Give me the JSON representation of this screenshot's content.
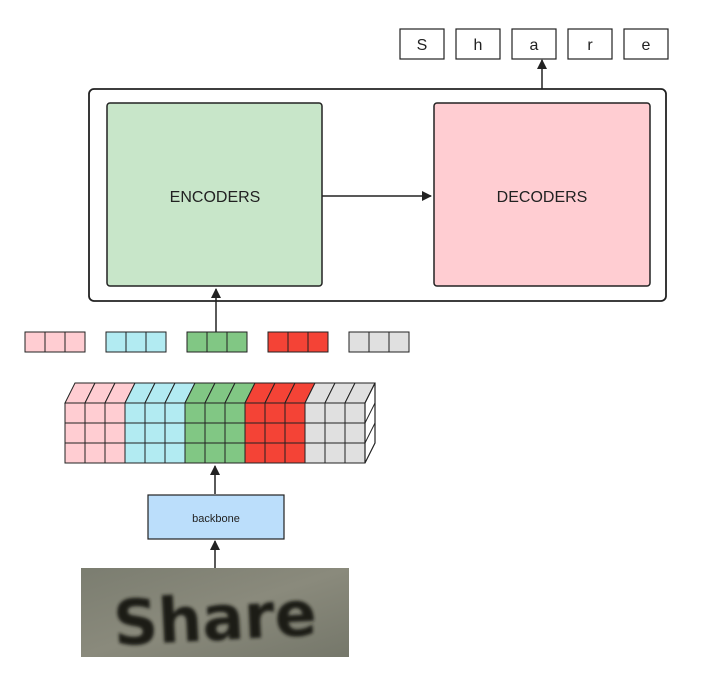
{
  "output_chars": [
    "S",
    "h",
    "a",
    "r",
    "e"
  ],
  "encoders": {
    "label": "ENCODERS",
    "color": "#c8e6c9"
  },
  "decoders": {
    "label": "DECODERS",
    "color": "#ffcdd2"
  },
  "backbone": {
    "label": "backbone",
    "color": "#bbdefb"
  },
  "input_image": {
    "word": "Share"
  },
  "feature_groups": [
    {
      "color": "#ffcdd2"
    },
    {
      "color": "#b2ebf2"
    },
    {
      "color": "#81c784"
    },
    {
      "color": "#f44336"
    },
    {
      "color": "#e0e0e0"
    }
  ],
  "colors": {
    "stroke": "#222222",
    "container_bg": "#ffffff"
  }
}
